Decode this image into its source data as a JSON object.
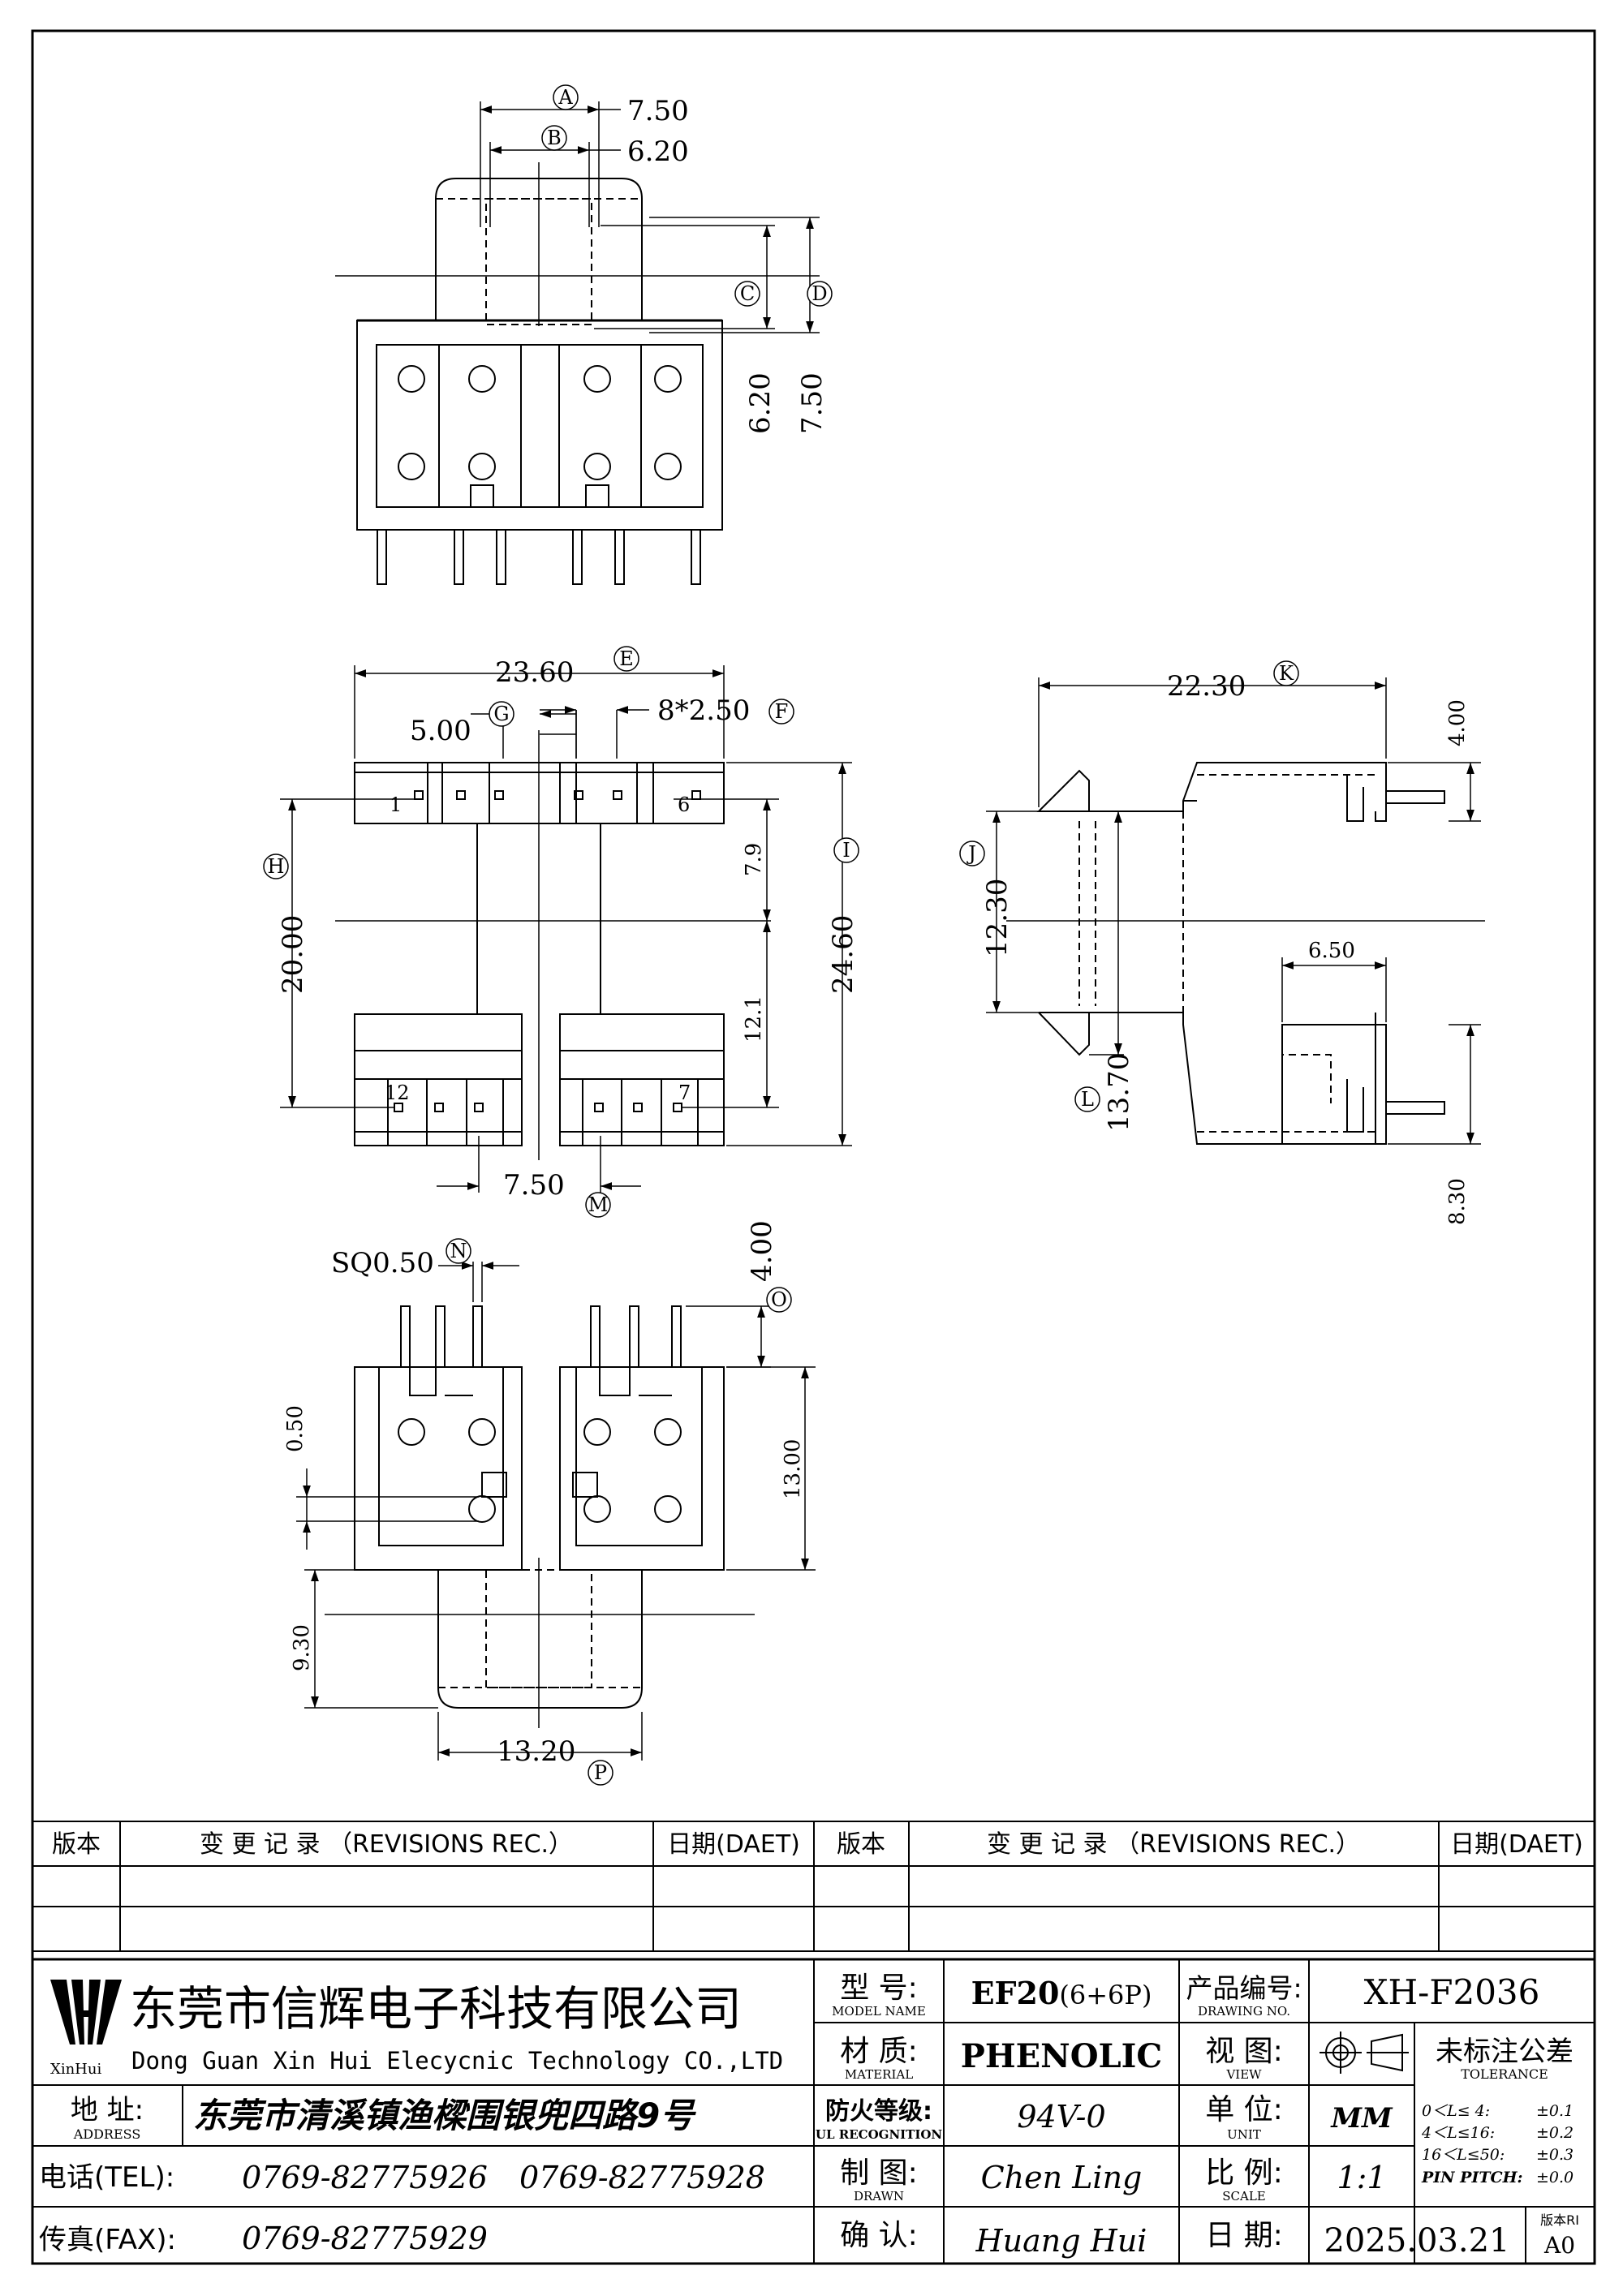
{
  "dimensions": {
    "a": "7.50",
    "b": "6.20",
    "c": "6.20",
    "d": "7.50",
    "e": "23.60",
    "f": "8*2.50",
    "g": "5.00",
    "h": "20.00",
    "i": "24.60",
    "i_top": "7.9",
    "i_bottom": "12.1",
    "m": "7.50",
    "k": "22.30",
    "k_pin": "4.00",
    "j": "12.30",
    "l": "13.70",
    "s_inner": "6.50",
    "s_bottom": "8.30",
    "n": "SQ0.50",
    "o": "4.00",
    "b3_height": "13.00",
    "b3_pin": "0.50",
    "b3_core": "9.30",
    "p": "13.20"
  },
  "callouts": {
    "a": "A",
    "b": "B",
    "c": "C",
    "d": "D",
    "e": "E",
    "f": "F",
    "g": "G",
    "h": "H",
    "i": "I",
    "j": "J",
    "k": "K",
    "l": "L",
    "m": "M",
    "n": "N",
    "o": "O",
    "p": "P"
  },
  "pins": {
    "p1": "1",
    "p6": "6",
    "p12": "12",
    "p7": "7"
  },
  "revisions": {
    "col_ver": "版本",
    "col_rec": "变 更 记 录 （REVISIONS REC.）",
    "col_date": "日期(DAET)"
  },
  "company": {
    "logo_text": "XinHui",
    "name_cn": "东莞市信辉电子科技有限公司",
    "name_en": "Dong Guan Xin Hui Elecycnic Technology CO.,LTD",
    "address_label": "地  址:",
    "address_label_en": "ADDRESS",
    "address": "东莞市清溪镇渔樑围银兜四路9号",
    "tel_label": "电话(TEL):",
    "tel1": "0769-82775926",
    "tel2": "0769-82775928",
    "fax_label": "传真(FAX):",
    "fax": "0769-82775929"
  },
  "titleblock": {
    "model_label": "型  号:",
    "model_label_en": "MODEL NAME",
    "model": "EF20",
    "model_suffix": "(6+6P)",
    "material_label": "材  质:",
    "material_label_en": "MATERIAL",
    "material": "PHENOLIC",
    "fire_label": "防火等级:",
    "fire_label_en": "UL RECOGNITION",
    "fire": "94V-0",
    "drawn_label": "制  图:",
    "drawn_label_en": "DRAWN",
    "drawn": "Chen Ling",
    "confirm_label": "确  认:",
    "confirm": "Huang Hui",
    "drawing_no_label": "产品编号:",
    "drawing_no_label_en": "DRAWING NO.",
    "drawing_no": "XH-F2036",
    "view_label": "视  图:",
    "view_label_en": "VIEW",
    "unit_label": "单  位:",
    "unit_label_en": "UNIT",
    "unit": "MM",
    "scale_label": "比  例:",
    "scale_label_en": "SCALE",
    "scale": "1:1",
    "date_label": "日  期:",
    "date": "2025.03.21",
    "version_label": "版本RI",
    "version": "A0",
    "tolerance_title": "未标注公差",
    "tolerance_en": "TOLERANCE",
    "tol1_range": "0＜L≤ 4:",
    "tol1": "±0.1",
    "tol2_range": "4＜L≤16:",
    "tol2": "±0.2",
    "tol3_range": "16＜L≤50:",
    "tol3": "±0.3",
    "tol4_range": "PIN PITCH:",
    "tol4": "±0.0"
  }
}
